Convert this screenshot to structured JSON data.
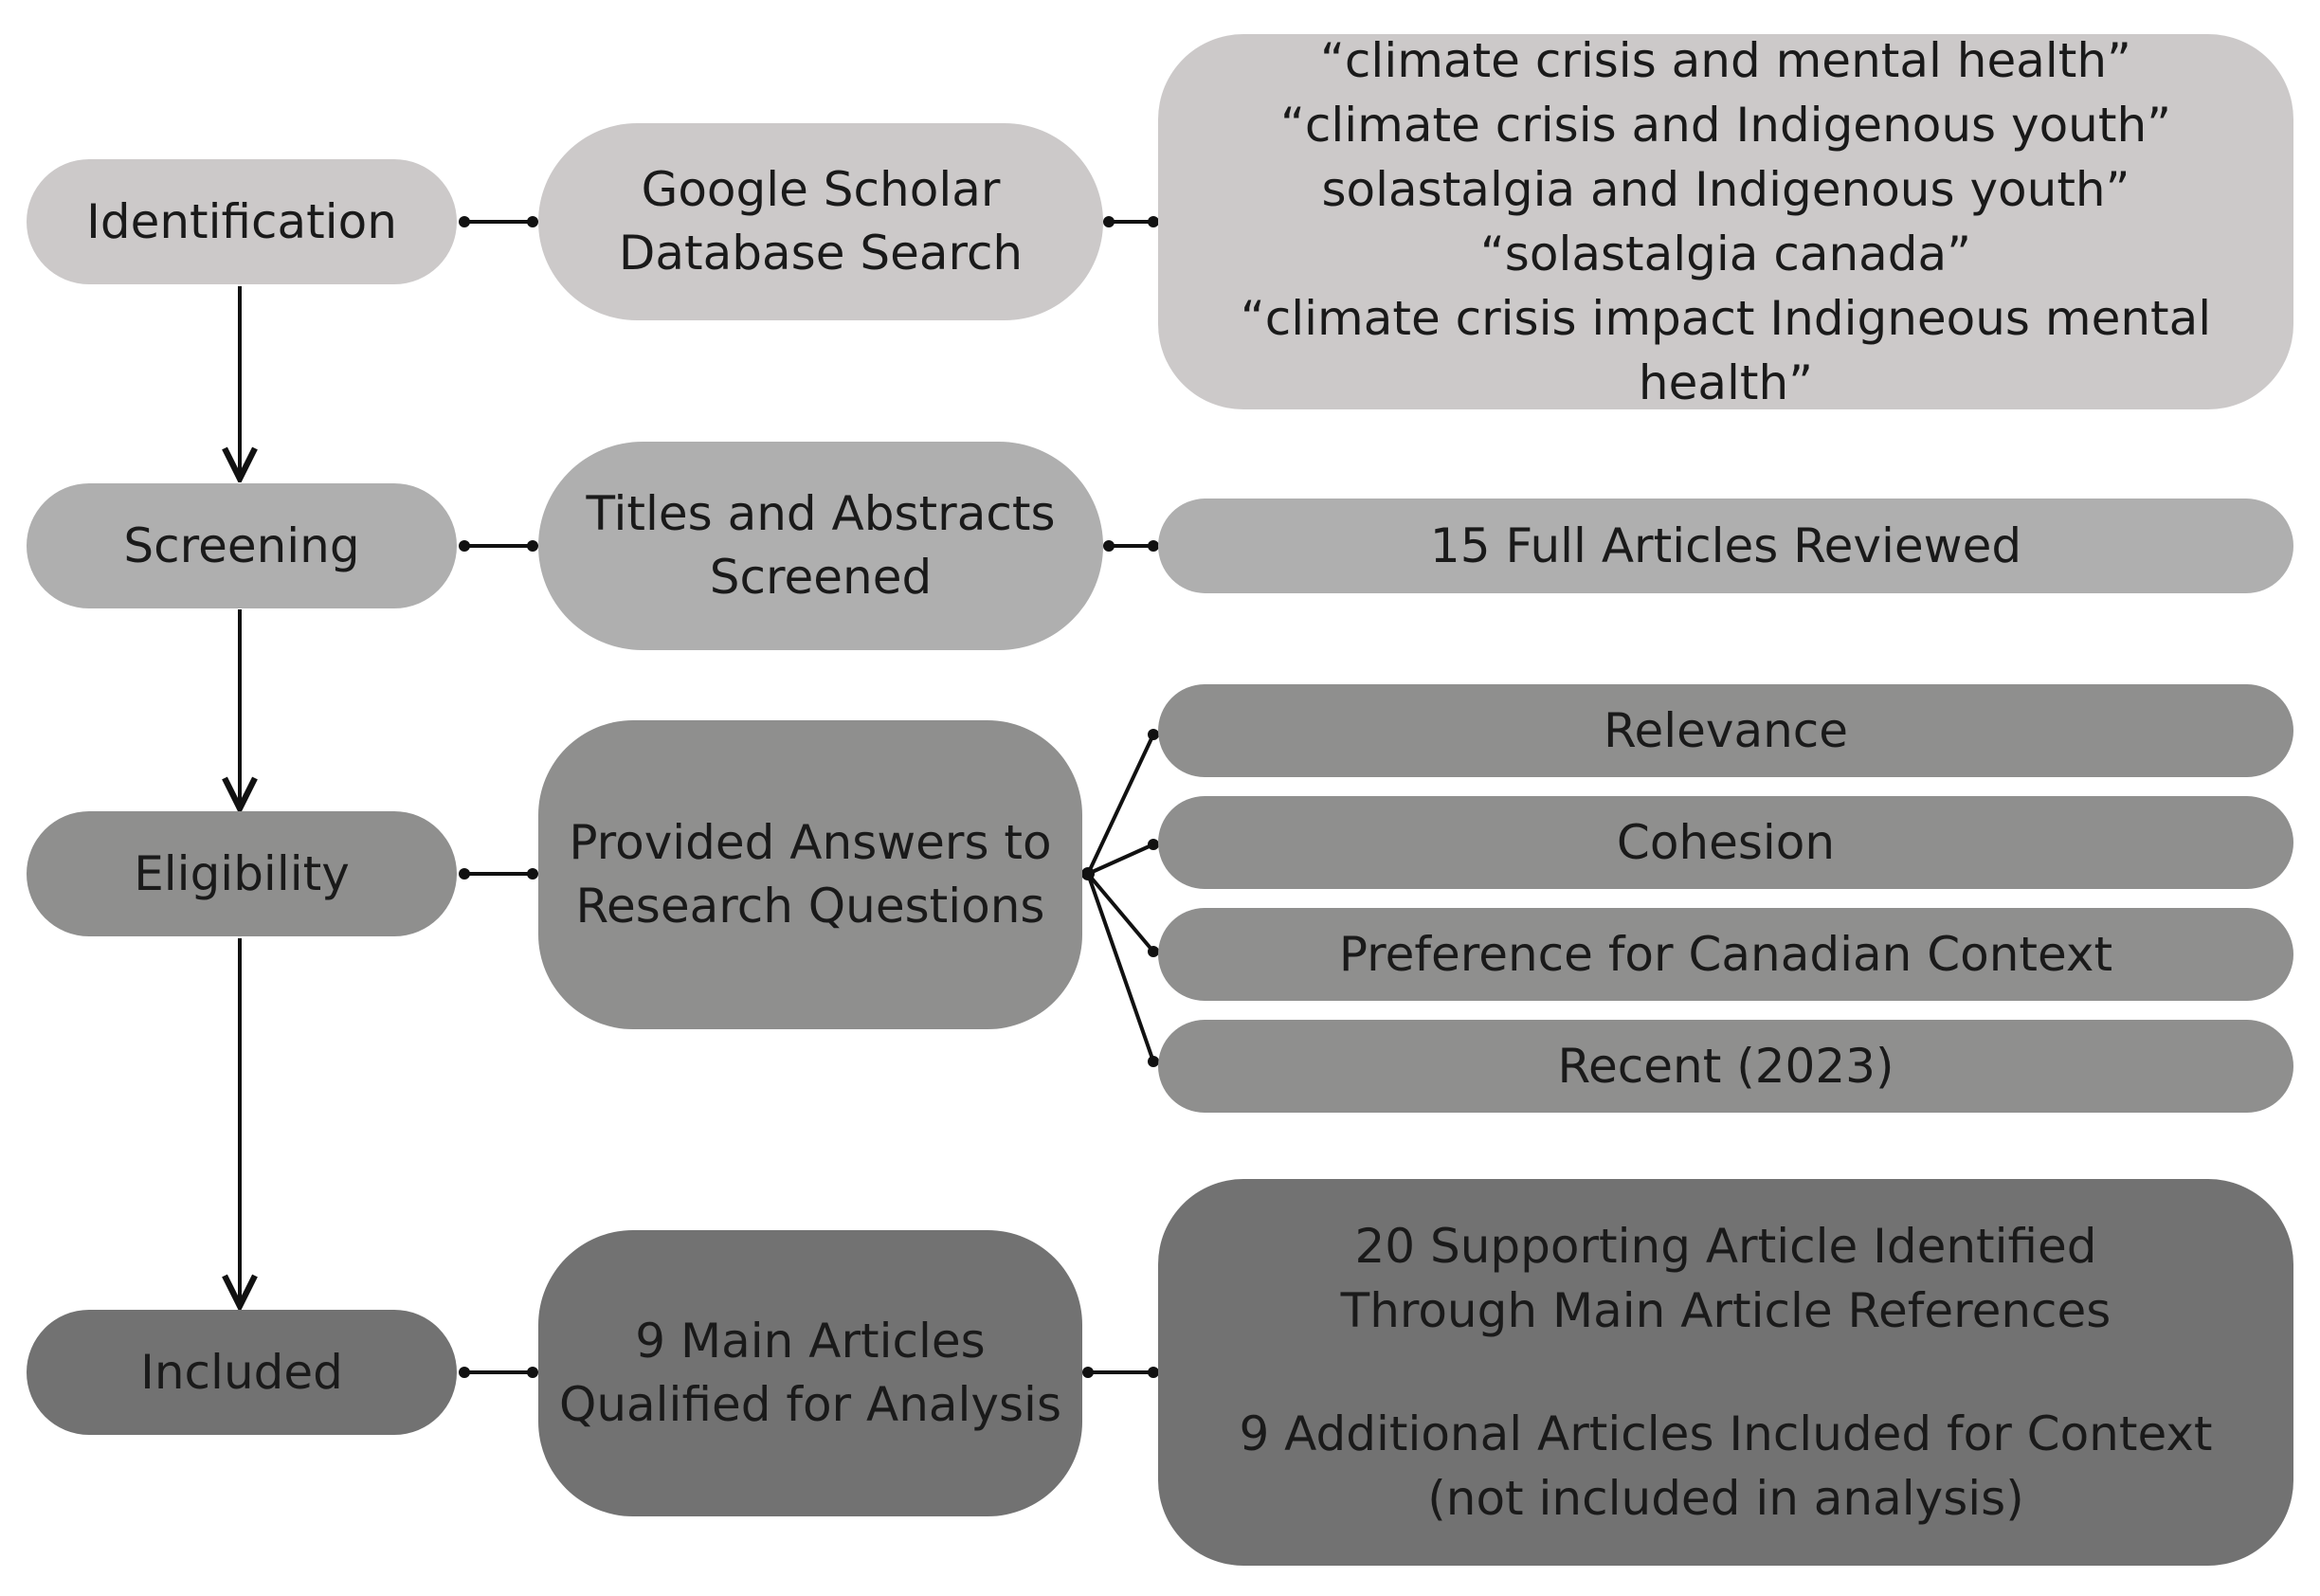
{
  "colors": {
    "identification": "#ccc9c9",
    "screening": "#afafaf",
    "eligibility": "#8f8f8e",
    "included": "#727272",
    "connector": "#111111"
  },
  "stages": {
    "identification": "Identification",
    "screening": "Screening",
    "eligibility": "Eligibility",
    "included": "Included"
  },
  "identification": {
    "method": [
      "Google Scholar",
      "Database Search"
    ],
    "search_terms": [
      "“climate crisis and mental health”",
      "“climate crisis and Indigenous youth”",
      "solastalgia and Indigenous youth”",
      "“solastalgia canada”",
      "“climate crisis impact Indigneous mental health”"
    ]
  },
  "screening": {
    "method": [
      "Titles and Abstracts",
      "Screened"
    ],
    "result": "15 Full Articles Reviewed"
  },
  "eligibility": {
    "method": [
      "Provided Answers to",
      "Research Questions"
    ],
    "criteria": [
      "Relevance",
      "Cohesion",
      "Preference for Canadian Context",
      "Recent (2023)"
    ]
  },
  "included": {
    "method": [
      "9 Main Articles",
      "Qualified for Analysis"
    ],
    "result": [
      "20 Supporting Article Identified",
      "Through Main Article References",
      "",
      "9 Additional Articles Included for Context",
      "(not included in analysis)"
    ]
  }
}
